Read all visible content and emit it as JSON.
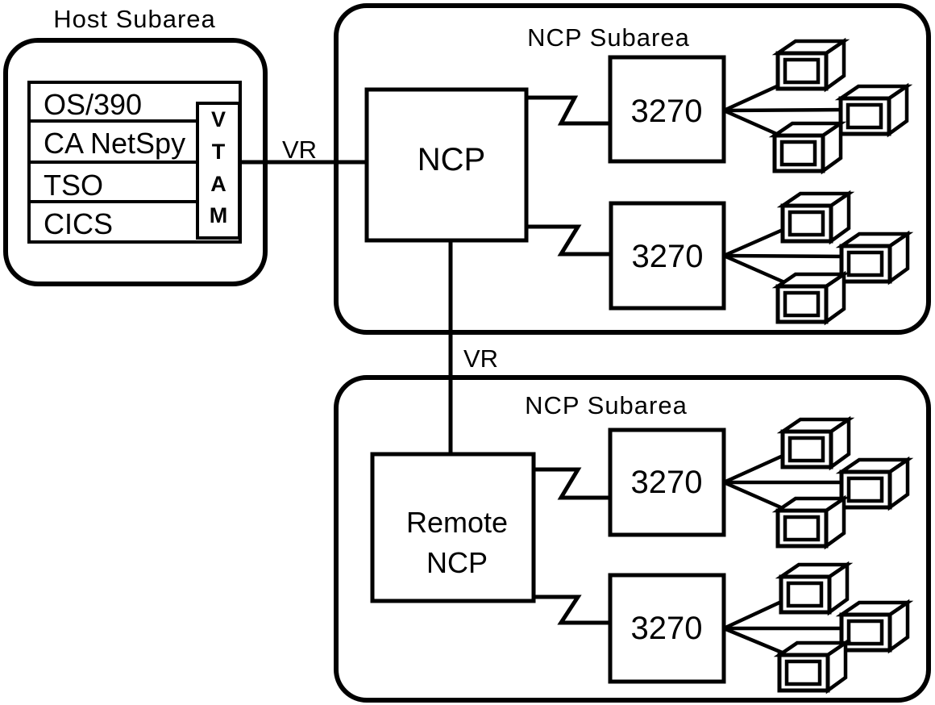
{
  "host_subarea": {
    "title": "Host Subarea",
    "layers": [
      "OS/390",
      "CA NetSpy",
      "TSO",
      "CICS"
    ],
    "vtam_letters": [
      "V",
      "T",
      "A",
      "M"
    ]
  },
  "top_ncp_subarea": {
    "title": "NCP Subarea",
    "node_label": "NCP",
    "controller_labels": [
      "3270",
      "3270"
    ]
  },
  "bottom_ncp_subarea": {
    "title": "NCP Subarea",
    "node_label_line1": "Remote",
    "node_label_line2": "NCP",
    "controller_labels": [
      "3270",
      "3270"
    ]
  },
  "routes": {
    "host_to_ncp_label": "VR",
    "ncp_to_remote_label": "VR"
  },
  "icons": {
    "terminal": "crt-terminal-icon"
  },
  "colors": {
    "line": "#000000",
    "background": "#ffffff"
  }
}
